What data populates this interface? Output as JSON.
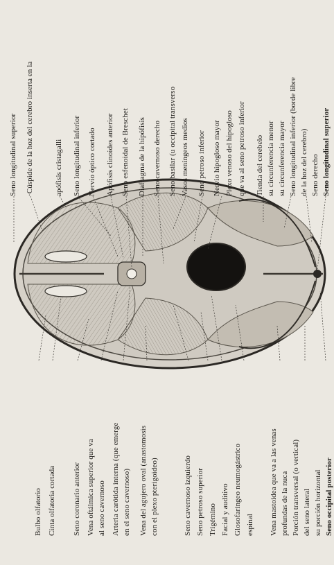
{
  "top_labels": [
    "Seno longitudinal superior",
    "·Cúspide de la hoz del cerebro inserta en la",
    "apófisis cristagalli",
    "Seno longitudinal inferior",
    "Nervio óptico cortado",
    "Apófisis clinoides anterior",
    "Seno esfenoidal de Breschet",
    "Diafragma de la hipófisis",
    "Seno cavernoso derecho",
    "Seno basilar (u occipital transverso",
    "Vasos meníngeos medios",
    "Seno petroso inferior",
    "Nervio hipogloso mayor",
    "Plexo venoso del hipogloso",
    "que va al seno petroso inferior",
    "Tienda del cerebelo",
    "su circunferencia menor",
    "su circunferencia mayor",
    "Seno longitudinal inferior (borde libre",
    "de la hoz del cerebro)",
    "Seno derecho",
    "Seno longitudinal superior"
  ],
  "bottom_labels": [
    "Bulbo olfatorio",
    "Cinta olfatoria cortada",
    "Seno coronario anterior",
    "Vena oftálmica superior que va",
    "al seno cavernoso",
    "Arteria carótida interna (que emerge",
    "en el seno cavernoso)",
    "Vena del agujero oval (anastomosis",
    "con el plexo pterigoideo)",
    "Seno cavernoso izquierdo",
    "Seno petroso superior",
    "Trigémino",
    "Facial y auditivo",
    "Glosofaríngeo neumogástrico",
    "espinal",
    "Vena mastoidea que va a las venas",
    "profundas de la nuca",
    "Porción transversal (o vertical)",
    "del seno lateral",
    "su porción horizontal",
    "Seno occipital posterior"
  ],
  "colors": {
    "ink": "#1e1c19",
    "paper": "#ebe8e1",
    "skull": "#cfcac1",
    "dura": "#bdb7ac",
    "foramen": "#141210"
  }
}
